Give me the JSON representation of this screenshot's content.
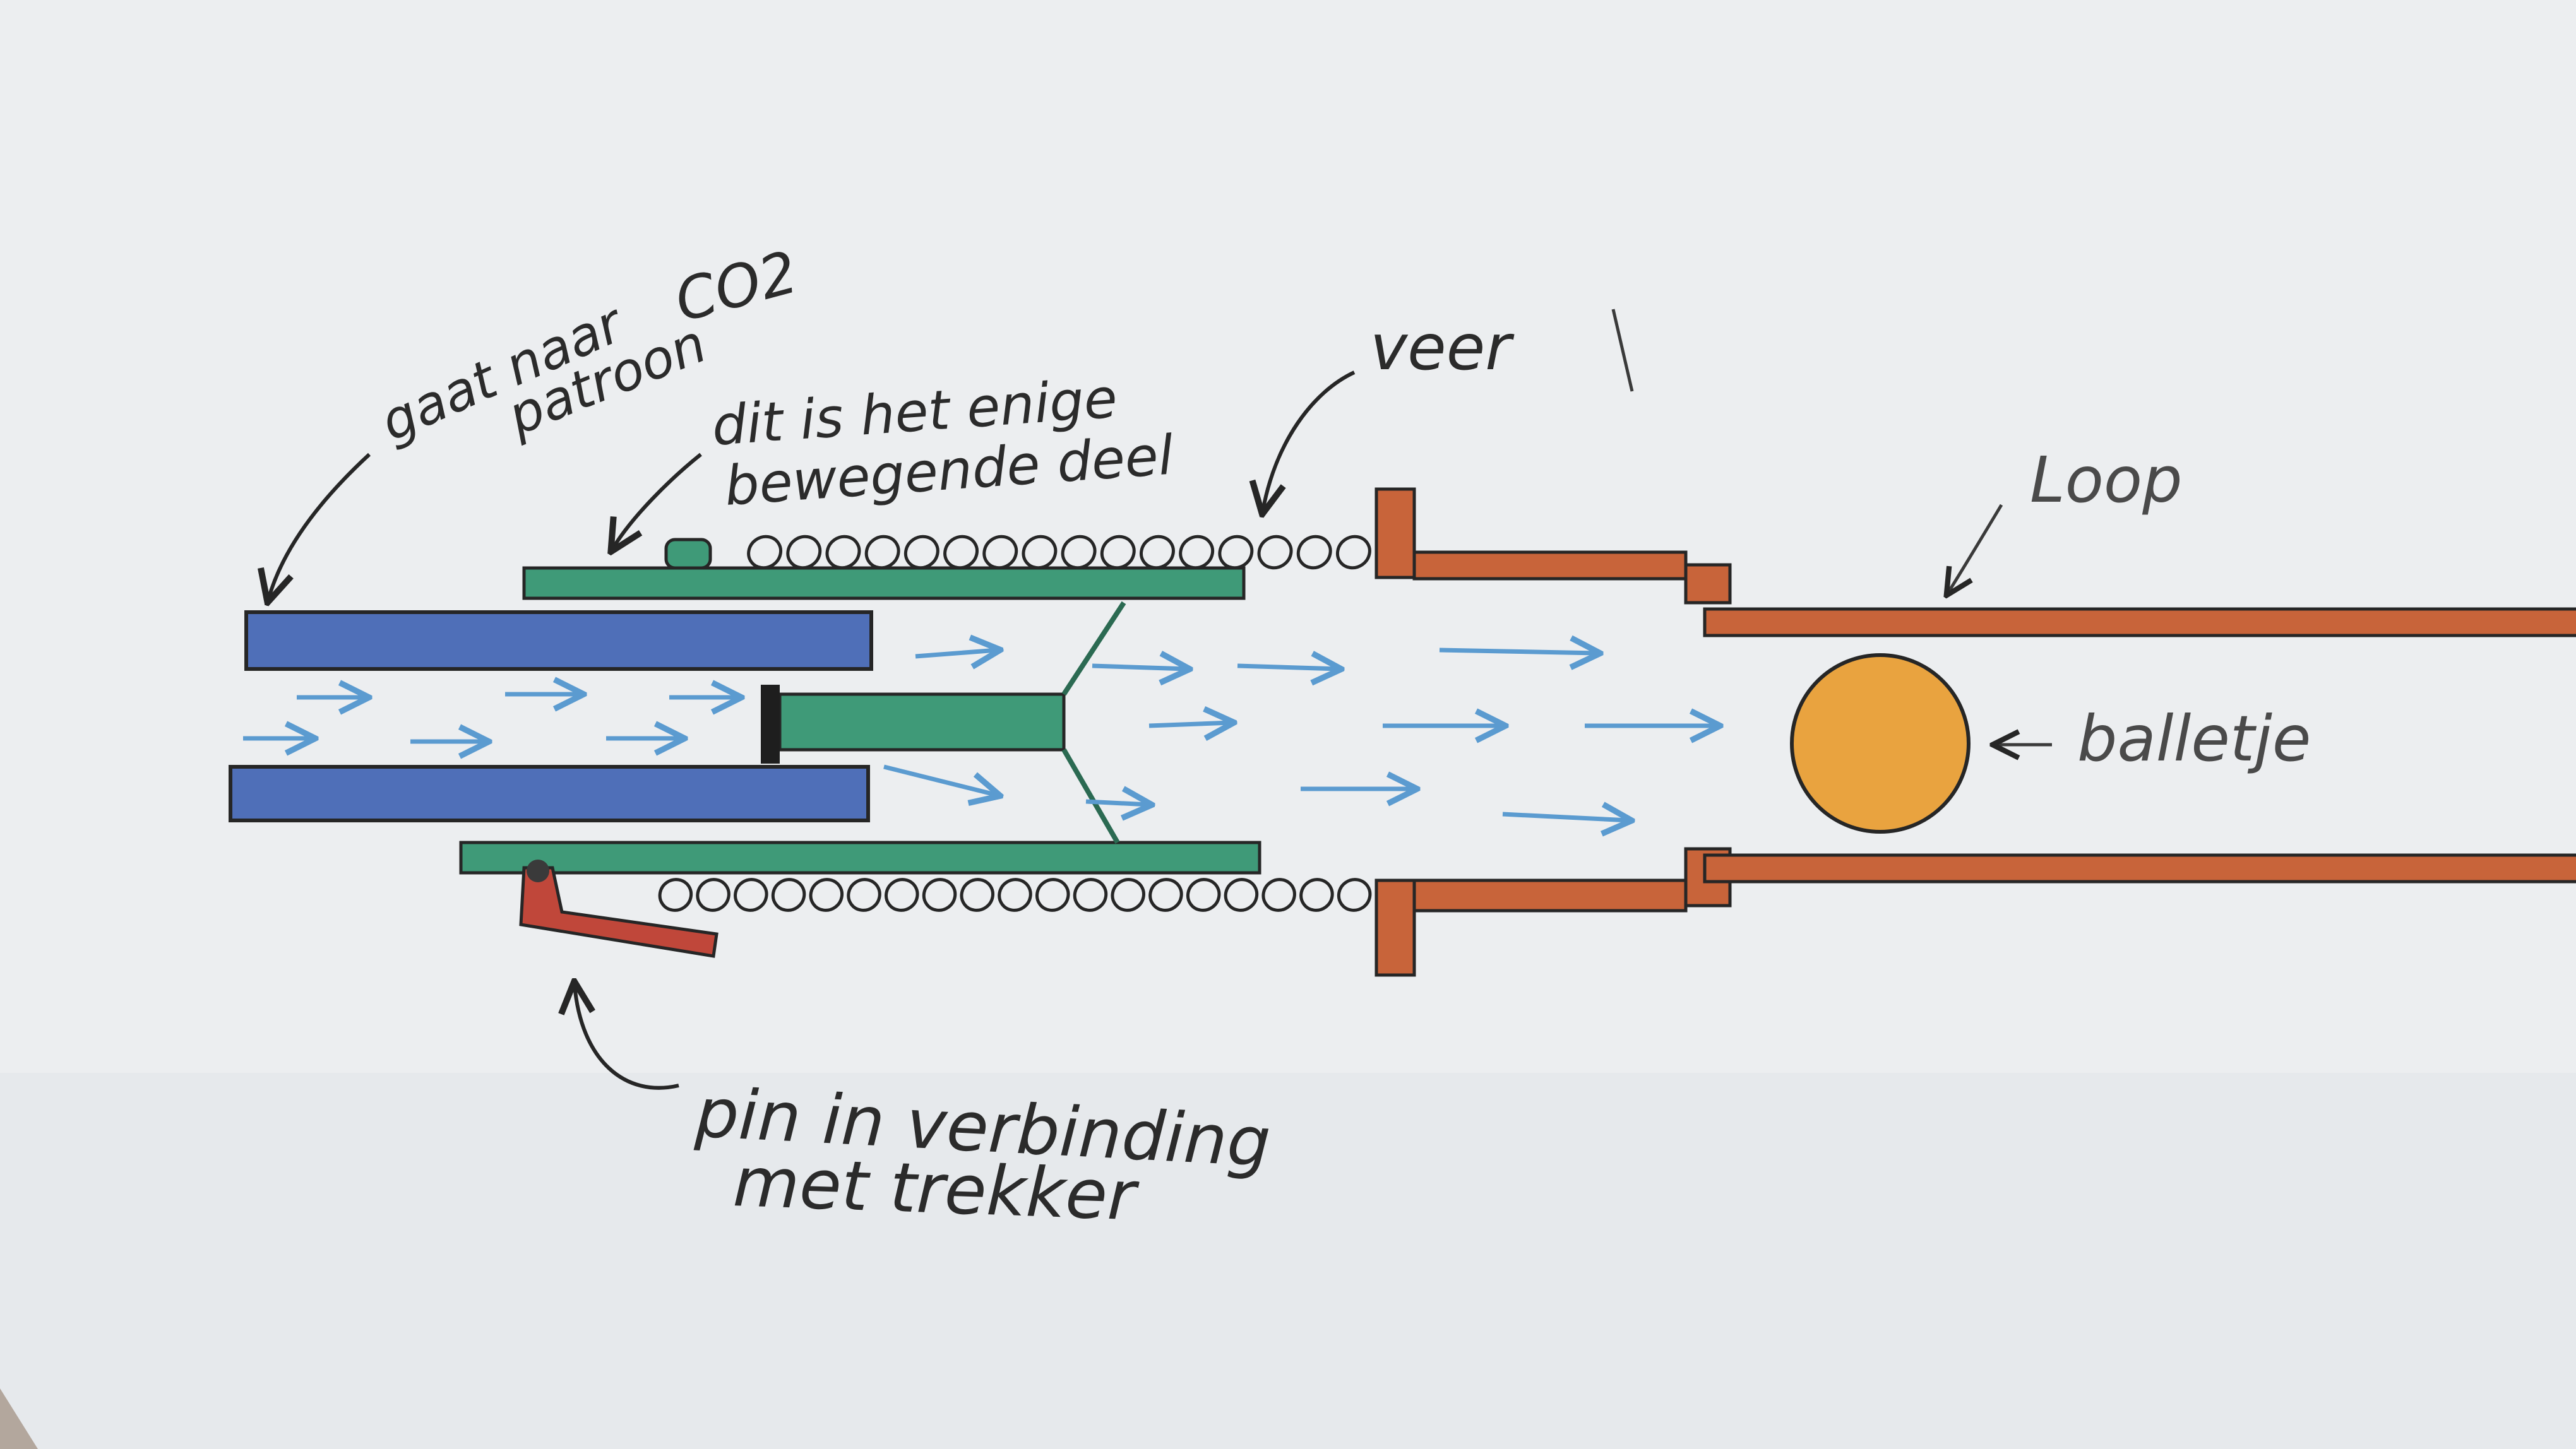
{
  "labels": {
    "co2_line1": "gaat naar",
    "co2_line2": "CO2",
    "co2_line3": "patroon",
    "moving_line1": "dit is het enige",
    "moving_line2": "bewegende deel",
    "spring": "veer",
    "barrel": "Loop",
    "ball": "balletje",
    "pin_line1": "pin in verbinding",
    "pin_line2": "met trekker"
  },
  "colors": {
    "paper": "#eceef0",
    "co2_tube": "#4f6fb8",
    "moving_part": "#3f9a78",
    "barrel": "#c8643a",
    "pin": "#c0473a",
    "ball": "#e9a33f",
    "gas_flow": "#5b9bd0",
    "pencil": "#262626"
  },
  "icons": {
    "gas_flow": "arrow-right-icon",
    "pointer": "arrow-pointer-icon",
    "spring": "coil-icon"
  }
}
